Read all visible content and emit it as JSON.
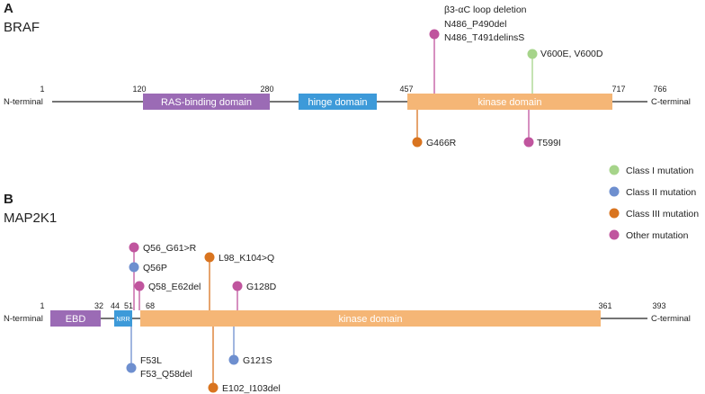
{
  "colors": {
    "class1": "#a6d48a",
    "class2": "#6e8fcf",
    "class3": "#d9741f",
    "other": "#c0559e",
    "ras": "#9b6bb5",
    "hinge": "#3d9ad9",
    "kinase": "#f5b676",
    "ebd": "#9b6bb5",
    "nrr": "#3d9ad9"
  },
  "panelA": {
    "letter": "A",
    "gene": "BRAF",
    "n_terminal": "N-terminal",
    "c_terminal": "C-terminal",
    "positions": {
      "start": "1",
      "ras_start": "120",
      "ras_end": "280",
      "kinase_start": "457",
      "kinase_end": "717",
      "end": "766"
    },
    "domains": {
      "ras": "RAS-binding domain",
      "hinge": "hinge domain",
      "kinase": "kinase domain"
    },
    "mutations": {
      "loop_line1": "β3-αC loop deletion",
      "loop_line2": "N486_P490del",
      "loop_line3": "N486_T491delinsS",
      "v600": "V600E, V600D",
      "g466r": "G466R",
      "t599i": "T599I"
    }
  },
  "legend": {
    "class1": "Class I mutation",
    "class2": "Class II mutation",
    "class3": "Class III mutation",
    "other": "Other mutation"
  },
  "panelB": {
    "letter": "B",
    "gene": "MAP2K1",
    "n_terminal": "N-terminal",
    "c_terminal": "C-terminal",
    "positions": {
      "start": "1",
      "ebd_end": "32",
      "nrr_start": "44",
      "nrr_end": "51",
      "kinase_start": "68",
      "kinase_end": "361",
      "end": "393"
    },
    "domains": {
      "ebd": "EBD",
      "nrr": "NRR",
      "kinase": "kinase domain"
    },
    "mutations": {
      "q56_g61": "Q56_G61>R",
      "q56p": "Q56P",
      "q58_e62del": "Q58_E62del",
      "l98_k104": "L98_K104>Q",
      "g128d": "G128D",
      "f53l": "F53L",
      "f53_q58del": "F53_Q58del",
      "g121s": "G121S",
      "e102_i103del": "E102_I103del"
    }
  }
}
